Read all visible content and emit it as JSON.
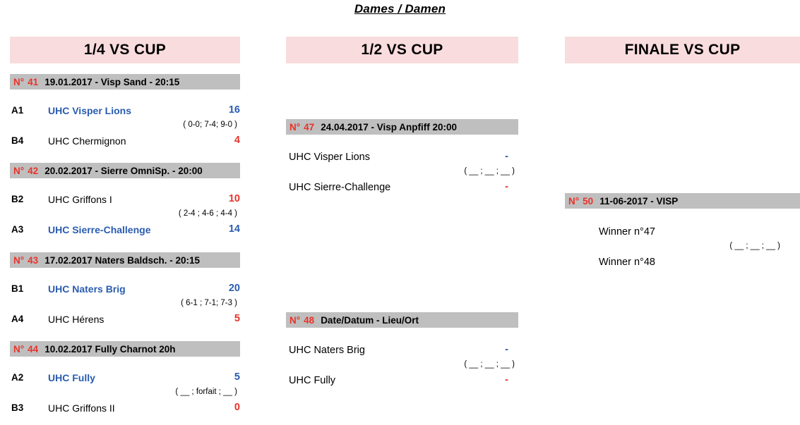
{
  "page": {
    "title": "Dames / Damen"
  },
  "colors": {
    "header_pink": "#f9dcdd",
    "match_bar_gray": "#bfbfbf",
    "winner_blue": "#2a5cb0",
    "loser_red": "#e8332a",
    "text_black": "#000000"
  },
  "labels": {
    "match_no_prefix": "N°"
  },
  "rounds": [
    {
      "id": "quarter",
      "header": "1/4 VS CUP",
      "matches": [
        {
          "number": "41",
          "info": "19.01.2017 - Visp Sand - 20:15",
          "sets": "( 0-0; 7-4; 9-0 )",
          "teams": [
            {
              "seed": "A1",
              "name": "UHC Visper Lions",
              "score": "16",
              "style": "winner"
            },
            {
              "seed": "B4",
              "name": "UHC Chermignon",
              "score": "4",
              "style": "loser"
            }
          ]
        },
        {
          "number": "42",
          "info": "20.02.2017 - Sierre OmniSp. - 20:00",
          "sets": "( 2-4 ; 4-6 ; 4-4 )",
          "teams": [
            {
              "seed": "B2",
              "name": "UHC Griffons I",
              "score": "10",
              "style": "loser"
            },
            {
              "seed": "A3",
              "name": "UHC Sierre-Challenge",
              "score": "14",
              "style": "winner"
            }
          ]
        },
        {
          "number": "43",
          "info": "17.02.2017 Naters Baldsch. - 20:15",
          "sets": "( 6-1 ; 7-1; 7-3 )",
          "teams": [
            {
              "seed": "B1",
              "name": "UHC Naters Brig",
              "score": "20",
              "style": "winner"
            },
            {
              "seed": "A4",
              "name": "UHC Hérens",
              "score": "5",
              "style": "loser"
            }
          ]
        },
        {
          "number": "44",
          "info": "10.02.2017 Fully Charnot 20h",
          "sets": "( __ ; forfait ; __ )",
          "teams": [
            {
              "seed": "A2",
              "name": "UHC Fully",
              "score": "5",
              "style": "winner"
            },
            {
              "seed": "B3",
              "name": "UHC Griffons II",
              "score": "0",
              "style": "loser"
            }
          ]
        }
      ]
    },
    {
      "id": "semi",
      "header": "1/2 VS CUP",
      "matches": [
        {
          "number": "47",
          "info": "24.04.2017 - Visp Anpfiff 20:00",
          "sets": "( __ ; __ ; __ )",
          "teams": [
            {
              "seed": "",
              "name": "UHC Visper Lions",
              "score": "-",
              "style": "winner"
            },
            {
              "seed": "",
              "name": "UHC Sierre-Challenge",
              "score": "-",
              "style": "loser"
            }
          ]
        },
        {
          "number": "48",
          "info": "Date/Datum - Lieu/Ort",
          "sets": "( __ ; __ ; __ )",
          "teams": [
            {
              "seed": "",
              "name": "UHC Naters Brig",
              "score": "-",
              "style": "winner"
            },
            {
              "seed": "",
              "name": "UHC Fully",
              "score": "-",
              "style": "loser"
            }
          ]
        }
      ]
    },
    {
      "id": "final",
      "header": "FINALE VS CUP",
      "matches": [
        {
          "number": "50",
          "info": "11-06-2017 - VISP",
          "sets": "( __ ; __ ; __ )",
          "teams": [
            {
              "seed": "",
              "name": "Winner n°47",
              "score": "",
              "style": "pending"
            },
            {
              "seed": "",
              "name": "Winner n°48",
              "score": "",
              "style": "pending"
            }
          ]
        }
      ]
    }
  ]
}
